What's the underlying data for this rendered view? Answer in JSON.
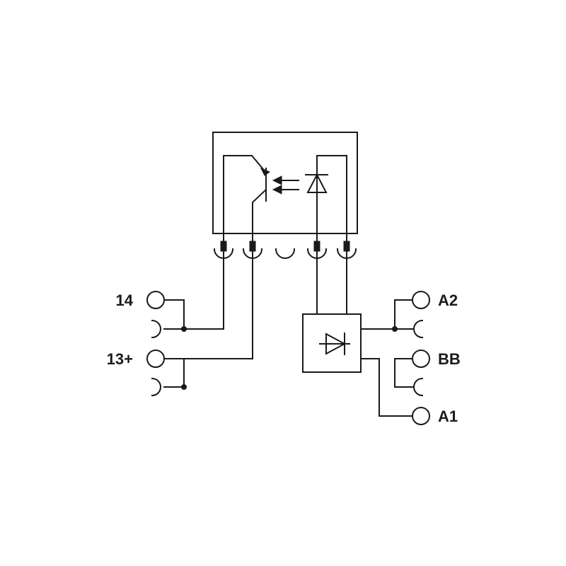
{
  "terminals": {
    "left_top": "14",
    "left_bottom": "13+",
    "right_top": "A2",
    "right_middle": "BB",
    "right_bottom": "A1"
  },
  "colors": {
    "line": "#1a1a1a",
    "background": "#ffffff"
  },
  "components": [
    "optocoupler-icon",
    "phototransistor-icon",
    "led-icon",
    "rectifier-bridge-icon",
    "plug-socket-icon",
    "screw-terminal-icon"
  ]
}
